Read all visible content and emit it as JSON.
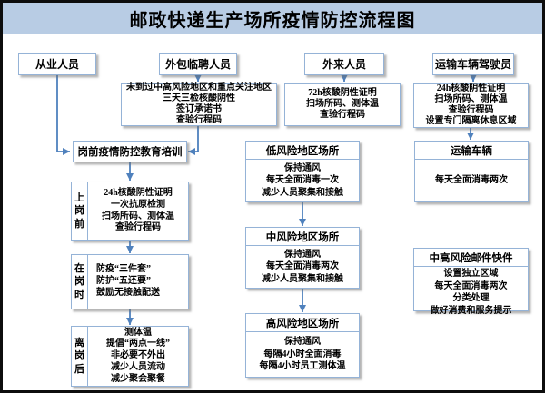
{
  "title": "邮政快递生产场所疫情防控流程图",
  "colors": {
    "band": "#b8cce4",
    "box_border": "#95b3d7",
    "arrow": "#4f81bd",
    "ink": "#000000"
  },
  "roles": {
    "practitioners": {
      "header": "从业人员"
    },
    "outsourced": {
      "header": "外包临聘人员",
      "requirements": [
        "未到过中高风险地区和重点关注地区",
        "三天三检核酸阴性",
        "签订承诺书",
        "查验行程码"
      ]
    },
    "visitors": {
      "header": "外来人员",
      "requirements": [
        "72h核酸阴性证明",
        "扫场所码、测体温",
        "查验行程码"
      ]
    },
    "drivers": {
      "header": "运输车辆驾驶员",
      "requirements": [
        "24h核酸阴性证明",
        "扫场所码、测体温",
        "查验行程码",
        "设置专门隔离休息区域"
      ]
    }
  },
  "training": {
    "label": "岗前疫情防控教育培训"
  },
  "duty_stages": [
    {
      "label": "上岗前",
      "items": [
        "24h核酸阴性证明",
        "一次抗原检测",
        "扫场所码、测体温",
        "查验行程码"
      ]
    },
    {
      "label": "在岗时",
      "items": [
        "防疫“三件套”",
        "防护“五还要”",
        "鼓励无接触配送"
      ]
    },
    {
      "label": "离岗后",
      "items": [
        "测体温",
        "提倡“两点一线”",
        "非必要不外出",
        "减少人员流动",
        "减少聚会聚餐"
      ]
    }
  ],
  "premises": [
    {
      "header": "低风险地区场所",
      "items": [
        "保持通风",
        "每天全面消毒一次",
        "减少人员聚集和接触"
      ]
    },
    {
      "header": "中风险地区场所",
      "items": [
        "保持通风",
        "每天全面消毒两次",
        "减少人员聚集和接触"
      ]
    },
    {
      "header": "高风险地区场所",
      "items": [
        "保持通风",
        "每隔4小时全面消毒",
        "每隔4小时员工测体温"
      ]
    }
  ],
  "vehicles": {
    "header": "运输车辆",
    "items": [
      "每天全面消毒两次"
    ]
  },
  "mail": {
    "header": "中高风险邮件快件",
    "items": [
      "设置独立区域",
      "每天全面消毒两次",
      "分类处理",
      "做好消费和服务提示"
    ]
  }
}
